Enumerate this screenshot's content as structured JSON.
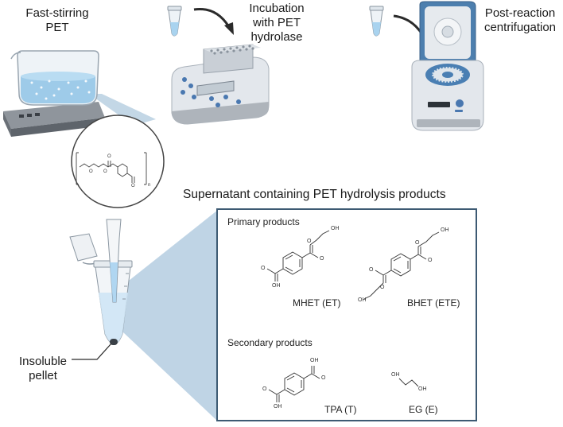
{
  "steps": {
    "stirring": {
      "line1": "Fast-stirring",
      "line2": "PET"
    },
    "incubation": {
      "line1": "Incubation",
      "line2": "with PET",
      "line3": "hydrolase"
    },
    "centrifugation": {
      "line1": "Post-reaction",
      "line2": "centrifugation"
    }
  },
  "supernatant_title": "Supernatant containing PET hydrolysis products",
  "pellet": {
    "line1": "Insoluble",
    "line2": "pellet"
  },
  "primary_heading": "Primary products",
  "secondary_heading": "Secondary products",
  "products": {
    "mhet": "MHET (ET)",
    "bhet": "BHET (ETE)",
    "tpa": "TPA (T)",
    "eg": "EG (E)"
  },
  "atoms": {
    "oh": "OH",
    "o": "O",
    "n": "n"
  },
  "colors": {
    "accent_blue": "#a9c6dc",
    "box_border": "#3d5a73",
    "device_gray": "#d9dde2",
    "button_blue": "#4a78b0"
  }
}
